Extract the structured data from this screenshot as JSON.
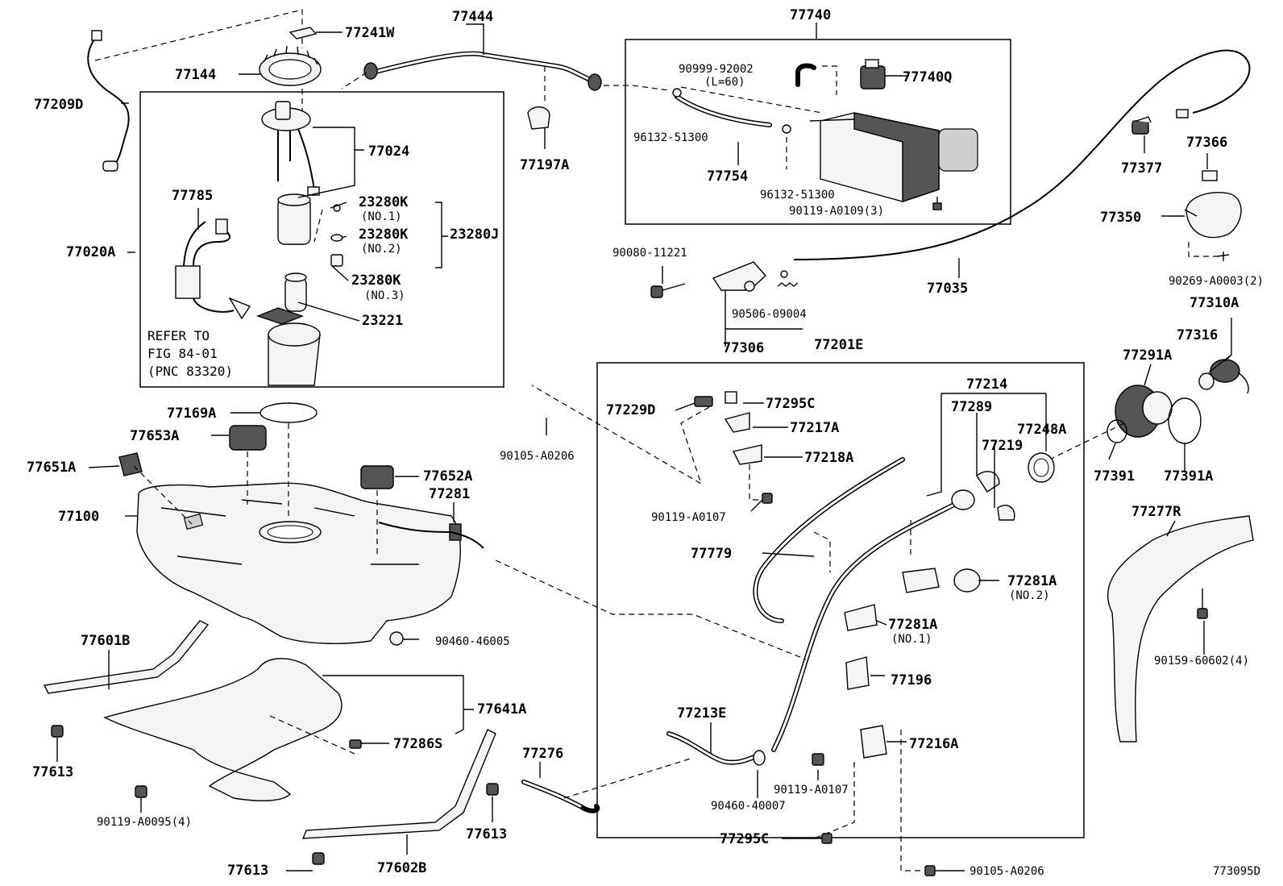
{
  "diagram_id": "773095D",
  "parts": {
    "p77241W": "77241W",
    "p77444": "77444",
    "p77740": "77740",
    "p77144": "77144",
    "p77209D": "77209D",
    "p77024": "77024",
    "p77197A": "77197A",
    "p90999_92002": "90999-92002",
    "p90999_note": "(L=60)",
    "p77740Q": "77740Q",
    "p96132_51300_a": "96132-51300",
    "p77754": "77754",
    "p96132_51300_b": "96132-51300",
    "p90119_A0109": "90119-A0109(3)",
    "p77785": "77785",
    "p23280K_1": "23280K",
    "p23280K_1_note": "(NO.1)",
    "p23280K_2": "23280K",
    "p23280K_2_note": "(NO.2)",
    "p23280J": "23280J",
    "p23280K_3": "23280K",
    "p23280K_3_note": "(NO.3)",
    "p23221": "23221",
    "p77020A": "77020A",
    "refer_line1": "REFER TO",
    "refer_line2": "FIG 84-01",
    "refer_line3": "(PNC 83320)",
    "p77366": "77366",
    "p77377": "77377",
    "p77350": "77350",
    "p90269_A0003": "90269-A0003(2)",
    "p90080_11221": "90080-11221",
    "p90506_09004": "90506-09004",
    "p77306": "77306",
    "p77035": "77035",
    "p77201E": "77201E",
    "p77310A": "77310A",
    "p77316": "77316",
    "p77291A": "77291A",
    "p77169A": "77169A",
    "p77653A": "77653A",
    "p77651A": "77651A",
    "p77652A": "77652A",
    "p77281": "77281",
    "p90105_A0206_a": "90105-A0206",
    "p77229D": "77229D",
    "p77295C_a": "77295C",
    "p77217A": "77217A",
    "p77218A": "77218A",
    "p90119_A0107_a": "90119-A0107",
    "p77214": "77214",
    "p77289": "77289",
    "p77248A": "77248A",
    "p77219": "77219",
    "p77391": "77391",
    "p77391A": "77391A",
    "p77277R": "77277R",
    "p77100": "77100",
    "p77779": "77779",
    "p77281A_2": "77281A",
    "p77281A_2_note": "(NO.2)",
    "p77281A_1": "77281A",
    "p77281A_1_note": "(NO.1)",
    "p90159_60602": "90159-60602(4)",
    "p77601B": "77601B",
    "p90460_46005": "90460-46005",
    "p77196": "77196",
    "p77641A": "77641A",
    "p77213E": "77213E",
    "p77613_a": "77613",
    "p77286S": "77286S",
    "p77276": "77276",
    "p77216A": "77216A",
    "p90119_A0107_b": "90119-A0107",
    "p90460_40007": "90460-40007",
    "p90119_A0095": "90119-A0095(4)",
    "p77613_b": "77613",
    "p77295C_b": "77295C",
    "p77613_c": "77613",
    "p77602B": "77602B",
    "p90105_A0206_b": "90105-A0206"
  }
}
